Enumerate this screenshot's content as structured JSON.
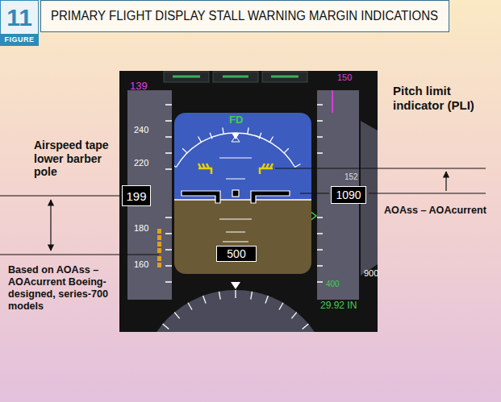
{
  "diagram": {
    "title": "PRIMARY FLIGHT DISPLAY STALL WARNING MARGIN INDICATIONS",
    "nodes": [
      {
        "text": [
          "11",
          "FIGURE"
        ]
      },
      {
        "text": [
          "199"
        ]
      },
      {
        "text": [
          "500"
        ]
      },
      {
        "text": [
          "1090"
        ]
      }
    ],
    "labels": [
      "Pitch limit indicator (PLI)",
      "Airspeed tape lower barber pole",
      "AOAss – AOAcurrent",
      "Based on AOAss – AOAcurrent Boeing-designed, series-700 models",
      "139",
      "150",
      "FD",
      "152",
      "29.92 IN",
      "400",
      "900",
      "240",
      "220",
      "180",
      "160"
    ]
  }
}
